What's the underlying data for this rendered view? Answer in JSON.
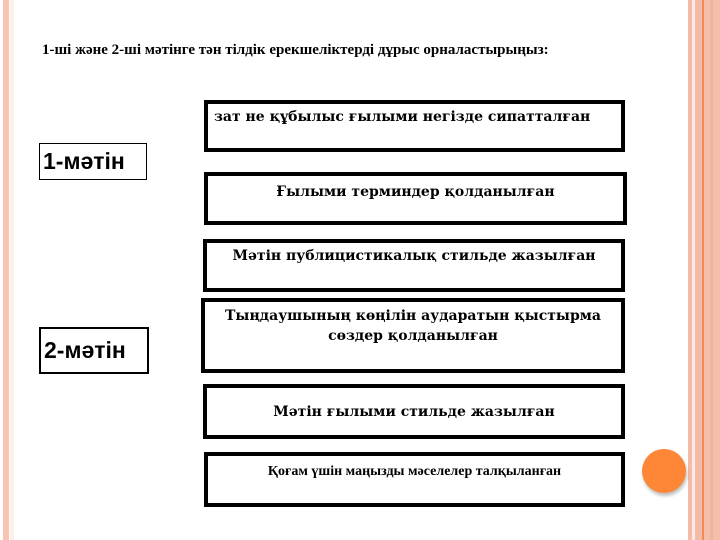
{
  "slide": {
    "heading": "1-ші және 2-ші мәтінге тән  тілдік ерекшеліктерді  дұрыс орналастырыңыз:",
    "labels": [
      {
        "text": "1-мәтін"
      },
      {
        "text": "2-мәтін"
      }
    ],
    "options": [
      {
        "text": "зат не құбылыс ғылыми негізде сипатталған"
      },
      {
        "text": "Ғылыми терминдер қолданылған"
      },
      {
        "text": "Мәтін публицистикалық стильде жазылған"
      },
      {
        "text": "Тыңдаушының көңілін аударатын қыстырма сөздер қолданылған"
      },
      {
        "text": "Мәтін ғылыми стильде жазылған"
      },
      {
        "text": "Қоғам үшін маңызды мәселелер талқыланған"
      }
    ],
    "colors": {
      "accent_orange": "#fe8637",
      "stripe_pink": "#f4bca8",
      "stripe_orange_line": "#ef8c55"
    }
  }
}
